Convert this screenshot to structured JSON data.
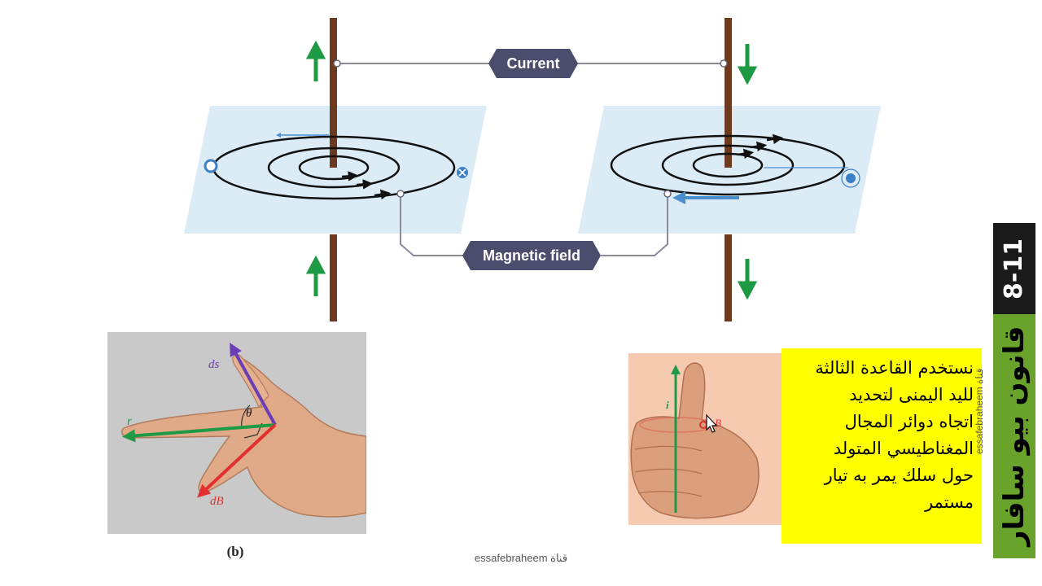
{
  "labels": {
    "current": "Current",
    "magnetic_field": "Magnetic field"
  },
  "photo_b": {
    "vector_ds": "ds⃗",
    "vector_r": "r⃗",
    "vector_dB": "dB⃗",
    "angle": "θ",
    "caption": "(b)"
  },
  "photo_thumb": {
    "current_symbol": "i",
    "field_symbol": "B⃗"
  },
  "arabic_box": {
    "lines": [
      "نستخدم القاعدة الثالثة",
      "لليد اليمنى لتحديد",
      "اتجاه دوائر المجال",
      "المغناطيسي المتولد",
      "حول سلك يمر به تيار",
      "مستمر"
    ]
  },
  "watermark": {
    "bottom": "essafebraheem قناة",
    "side": "essafebraheem قناة"
  },
  "side_banner": {
    "code": "8-11",
    "title": "قانون بيو سافار"
  },
  "colors": {
    "plane": "#dcecf6",
    "wire": "#6b3a1f",
    "arrow_current": "#1e9a45",
    "label_bg": "#4a4d6b",
    "highlight": "#ffff00",
    "banner_green": "#6aa32b",
    "banner_dark": "#1a1a1a"
  },
  "icons": {
    "source_point": "dot-circle-icon",
    "sink_point": "cross-circle-icon",
    "cursor": "mouse-pointer-icon"
  }
}
